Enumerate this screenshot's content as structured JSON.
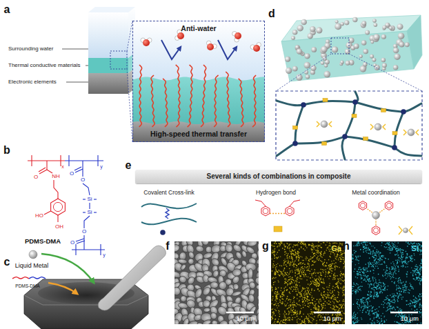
{
  "diagram": {
    "nodes": [
      {
        "text": [
          "Anti-water",
          "High-speed thermal transfer"
        ]
      },
      {
        "text": [
          "Several kinds of combinations in composite"
        ]
      },
      {
        "text": [
          "10 μm"
        ]
      },
      {
        "text": [
          "Ga",
          "10 μm"
        ]
      },
      {
        "text": [
          "Si",
          "10 μm"
        ]
      }
    ],
    "labels": [
      "a",
      "Surrounding water",
      "Thermal conductive materials",
      "Electronic elements",
      "b",
      "O",
      "NH",
      "HO",
      "OH",
      "x",
      "O",
      "O",
      "Si",
      "Si",
      "y",
      "O",
      "O",
      "y",
      "PDMS-DMA",
      "c",
      "Liquid Metal",
      "PDMS-DMA",
      "d",
      "e",
      "Covalent Cross-link",
      "Hydrogen bond",
      "Metal coordination",
      "f",
      "g",
      "h"
    ]
  }
}
